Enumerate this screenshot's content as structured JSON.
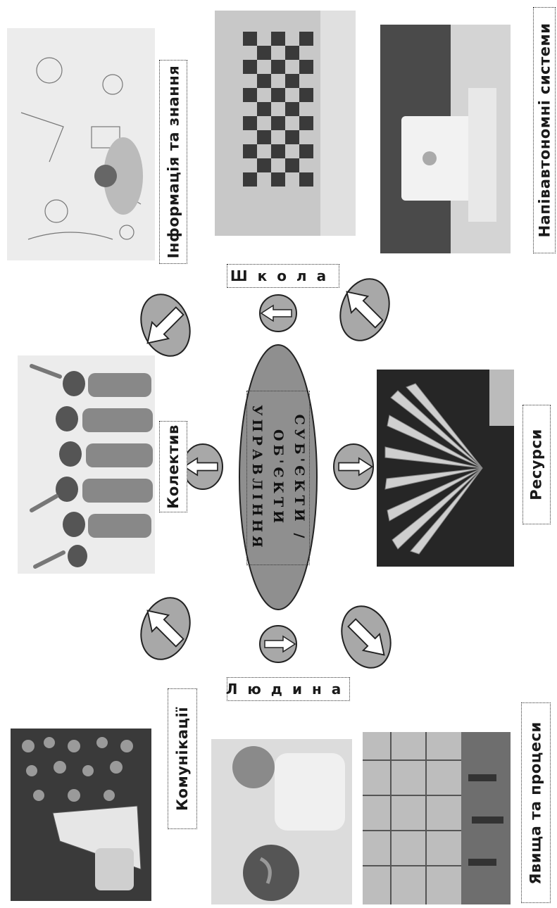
{
  "center": {
    "line1": "СУБ'ЄКТИ /",
    "line2": "ОБ'ЄКТИ",
    "line3": "УПРАВЛІННЯ"
  },
  "labels": {
    "information": "Інформація та знання",
    "school": "Школа",
    "semi_autonomous": "Напівавтономні системи",
    "collective": "Колектив",
    "resources": "Ресурси",
    "communications": "Комунікації",
    "person": "Людина",
    "phenomena": "Явища та процеси"
  },
  "colors": {
    "ellipse_fill": "#8f8f8f",
    "arrow_fill": "#a8a8a8",
    "stroke": "#222222"
  },
  "photos": {
    "information": "sketch-idea-person",
    "school": "checkered-building",
    "semi_autonomous": "laptop-on-stand",
    "collective": "group-of-people-waving",
    "resources": "fanned-banknotes",
    "communications": "megaphone-with-icons",
    "person": "child-holding-globe",
    "phenomena": "glass-corridor-people"
  }
}
